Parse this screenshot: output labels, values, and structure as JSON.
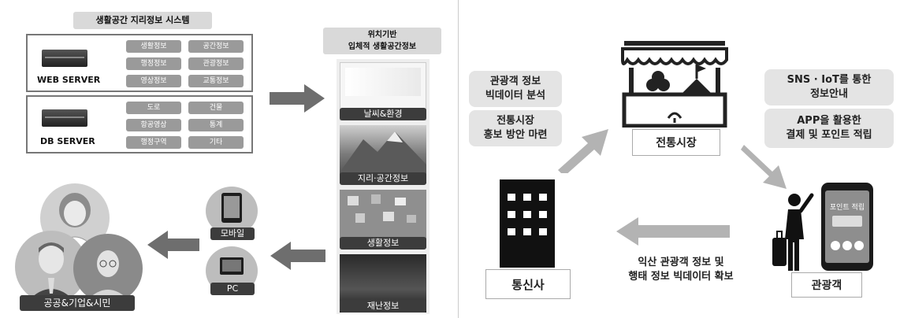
{
  "left": {
    "system_title": "생활공간 지리정보 시스템",
    "web_server": {
      "label": "WEB SERVER",
      "items": [
        "생활정보",
        "공간정보",
        "행정정보",
        "관광정보",
        "영상정보",
        "교통정보"
      ]
    },
    "db_server": {
      "label": "DB SERVER",
      "items": [
        "도로",
        "건물",
        "항공영상",
        "통계",
        "행정구역",
        "기타"
      ]
    },
    "spatial_title": "위치기반\n입체적 생활공간정보",
    "cards": [
      "날씨&환경",
      "지리·공간정보",
      "생활정보",
      "재난정보"
    ],
    "devices": [
      "모바일",
      "PC"
    ],
    "users_label": "공공&기업&시민"
  },
  "right": {
    "left_box_1": "관광객 정보\n빅데이터 분석",
    "left_box_2": "전통시장\n홍보 방안 마련",
    "market_label": "전통시장",
    "right_box_1": "SNS · IoT를 통한\n정보안내",
    "right_box_2": "APP을 활용한\n결제 및 포인트 적립",
    "telecom_label": "통신사",
    "bottom_text": "익산 관광객 정보 및\n행태 정보 빅데이터 확보",
    "tourist_label": "관광객",
    "phone_text": "포인트 적립"
  },
  "colors": {
    "arrow_gray": "#9a9a9a",
    "dark_label": "#3c3c3c",
    "box_gray": "#e4e4e4"
  }
}
